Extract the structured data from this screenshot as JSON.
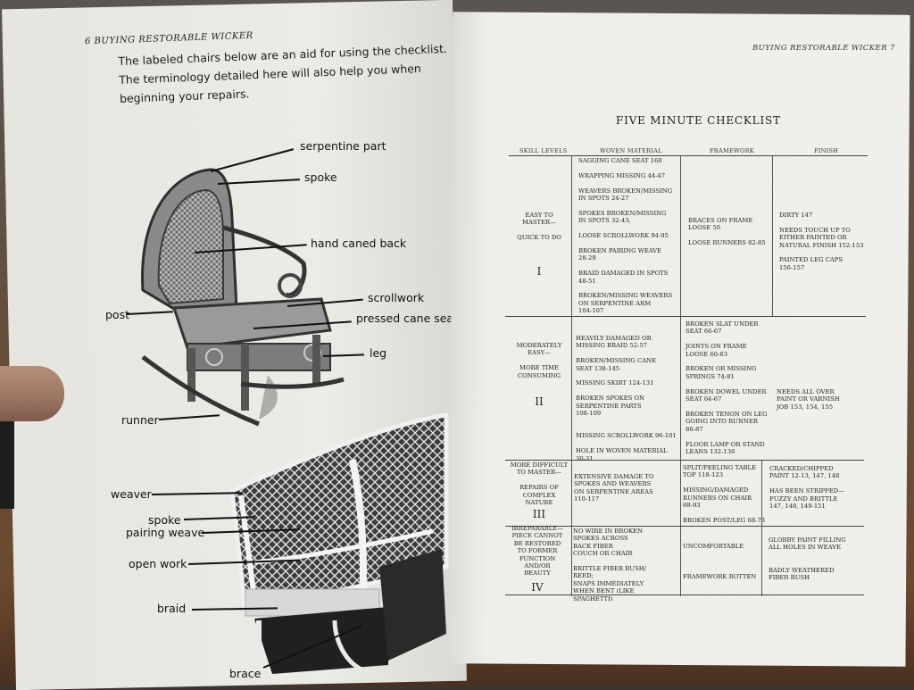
{
  "left_page": {
    "header": "6  BUYING RESTORABLE WICKER",
    "intro": "The labeled chairs below are an aid for using the checklist. The terminology detailed here will also help you when beginning your repairs.",
    "labels": {
      "serpentine_part": "serpentine part",
      "spoke_top": "spoke",
      "hand_caned_back": "hand caned back",
      "scrollwork": "scrollwork",
      "post": "post",
      "pressed_cane_seat": "pressed cane seat",
      "leg": "leg",
      "runner": "runner",
      "weaver": "weaver",
      "spoke_bottom": "spoke",
      "pairing_weave": "pairing weave",
      "open_work": "open work",
      "braid": "braid",
      "brace": "brace"
    }
  },
  "right_page": {
    "header": "BUYING RESTORABLE WICKER  7",
    "title": "FIVE MINUTE CHECKLIST",
    "columns": [
      "SKILL LEVELS",
      "WOVEN MATERIAL",
      "FRAMEWORK",
      "FINISH"
    ],
    "rows": [
      {
        "skill": "EASY TO\nMASTER—\n\nQUICK TO DO",
        "roman": "I",
        "woven": "SAGGING CANE SEAT  160\n\nWRAPPING MISSING  44-47\n\nWEAVERS BROKEN/MISSING\n   IN SPOTS  24-27\n\nSPOKES BROKEN/MISSING\n   IN SPOTS  32-43,\n\nLOOSE SCROLLWORK  94-95\n\nBROKEN PAIRING WEAVE\n   28-29\n\nBRAID DAMAGED IN SPOTS\n   48-51\n\nBROKEN/MISSING WEAVERS\n   ON SERPENTINE ARM\n   104-107",
        "framework": "BRACES ON FRAME\n   LOOSE  50\n\nLOOSE RUNNERS  82-85",
        "finish": "DIRTY  147\n\nNEEDS TOUCH UP TO\n   EITHER PAINTED OR\n   NATURAL FINISH  152-153\n\nPAINTED LEG CAPS\n   156-157"
      },
      {
        "skill": "MODERATELY\nEASY—\n\nMORE TIME\nCONSUMING",
        "roman": "II",
        "woven": "HEAVILY DAMAGED OR\n   MISSING BRAID  52-57\n\nBROKEN/MISSING CANE\n   SEAT  138-145\n\nMISSING SKIRT  124-131\n\nBROKEN SPOKES ON\n   SERPENTINE PARTS\n   108-109\n\n\nMISSING SCROLLWORK  96-101\n\nHOLE IN WOVEN MATERIAL\n   30-31",
        "framework": "BROKEN SLAT UNDER\n   SEAT  66-67\n\nJOINTS ON FRAME\n   LOOSE  60-63\n\nBROKEN OR MISSING\n   SPRINGS  74-81\n\nBROKEN DOWEL UNDER\n   SEAT  64-67\n\nBROKEN TENON ON LEG\n   GOING INTO RUNNER\n   86-87\n\nFLOOR LAMP OR STAND\n   LEANS  132-136",
        "finish": "NEEDS ALL OVER\n   PAINT OR VARNISH\n   JOB  153, 154, 155"
      },
      {
        "skill": "MORE DIFFICULT\nTO MASTER—\n\nREPAIRS OF\nCOMPLEX\nNATURE",
        "roman": "III",
        "woven": "EXTENSIVE DAMAGE TO\n   SPOKES AND WEAVERS\n   ON SERPENTINE AREAS\n   110-117",
        "framework": "SPLIT/PEELING TABLE\n   TOP  118-123\n\nMISSING/DAMAGED\n   RUNNERS ON CHAIR\n   88-93\n\nBROKEN POST/LEG  68-73",
        "finish": "CRACKED/CHIPPED\n   PAINT  12-13, 147, 148\n\nHAS BEEN STRIPPED—\n   FUZZY AND BRITTLE\n   147, 148, 149-151"
      },
      {
        "skill": "IRREPARABLE—\nPIECE CANNOT\nBE RESTORED\nTO FORMER\nFUNCTION\nAND/OR\nBEAUTY",
        "roman": "IV",
        "woven": "NO WIRE IN BROKEN\n   SPOKES ACROSS\n   BACK FIBER\n   COUCH OR CHAIR\n\nBRITTLE FIBER RUSH/\n   REED;\n   SNAPS IMMEDIATELY\n   WHEN BENT (LIKE\n   SPAGHETTI)",
        "framework": "UNCOMFORTABLE\n\n\n\nFRAMEWORK ROTTEN",
        "finish": "GLOBBY PAINT FILLING\n   ALL HOLES IN WEAVE\n\n\nBADLY WEATHERED\n   FIBER RUSH"
      }
    ]
  }
}
